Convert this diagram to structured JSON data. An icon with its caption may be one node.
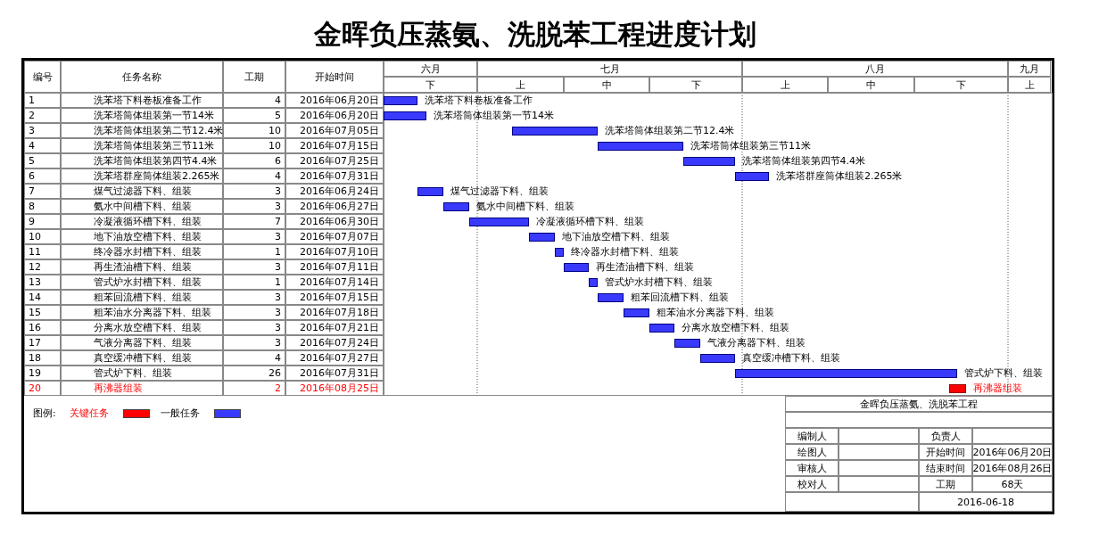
{
  "diagram": {
    "title": "金晖负压蒸氨、洗脱苯工程进度计划",
    "nodes": [
      {
        "text": [],
        "shape": "bar",
        "beside": [
          "洗苯塔下料卷板准备工作"
        ]
      },
      {
        "text": [],
        "shape": "bar",
        "beside": [
          "洗苯塔筒体组装第一节14米"
        ]
      },
      {
        "text": [],
        "shape": "bar",
        "beside": [
          "洗苯塔筒体组装第二节12.4米"
        ]
      },
      {
        "text": [],
        "shape": "bar",
        "beside": [
          "洗苯塔筒体组装第三节11米"
        ]
      },
      {
        "text": [],
        "shape": "bar",
        "beside": [
          "洗苯塔筒体组装第四节4.4米"
        ]
      },
      {
        "text": [],
        "shape": "bar",
        "beside": [
          "洗苯塔群座筒体组装2.265米"
        ]
      },
      {
        "text": [],
        "shape": "bar",
        "beside": [
          "煤气过滤器下料、组装"
        ]
      },
      {
        "text": [],
        "shape": "bar",
        "beside": [
          "氨水中间槽下料、组装"
        ]
      },
      {
        "text": [],
        "shape": "bar",
        "beside": [
          "冷凝液循环槽下料、组装"
        ]
      },
      {
        "text": [],
        "shape": "bar",
        "beside": [
          "地下油放空槽下料、组装"
        ]
      },
      {
        "text": [],
        "shape": "bar",
        "beside": [
          "终冷器水封槽下料、组装"
        ]
      },
      {
        "text": [],
        "shape": "bar",
        "beside": [
          "再生渣油槽下料、组装"
        ]
      },
      {
        "text": [],
        "shape": "bar",
        "beside": [
          "管式炉水封槽下料、组装"
        ]
      },
      {
        "text": [],
        "shape": "bar",
        "beside": [
          "粗苯回流槽下料、组装"
        ]
      },
      {
        "text": [],
        "shape": "bar",
        "beside": [
          "粗苯油水分离器下料、组装"
        ]
      },
      {
        "text": [],
        "shape": "bar",
        "beside": [
          "分离水放空槽下料、组装"
        ]
      },
      {
        "text": [],
        "shape": "bar",
        "beside": [
          "气液分离器下料、组装"
        ]
      },
      {
        "text": [],
        "shape": "bar",
        "beside": [
          "真空缓冲槽下料、组装"
        ]
      },
      {
        "text": [],
        "shape": "bar",
        "beside": [
          "管式炉下料、组装"
        ]
      },
      {
        "text": [],
        "shape": "bar",
        "beside": [
          "再沸器组装"
        ]
      }
    ],
    "labels": [
      "编号",
      "任务名称",
      "工期",
      "开始时间",
      "六月",
      "七月",
      "八月",
      "九月",
      "下",
      "上",
      "中",
      "下",
      "上",
      "中",
      "下",
      "上",
      "1",
      "洗苯塔下料卷板准备工作",
      "4",
      "2016年06月20日",
      "2",
      "洗苯塔筒体组装第一节14米",
      "5",
      "2016年06月20日",
      "3",
      "洗苯塔筒体组装第二节12.4米",
      "10",
      "2016年07月05日",
      "4",
      "洗苯塔筒体组装第三节11米",
      "10",
      "2016年07月15日",
      "5",
      "洗苯塔筒体组装第四节4.4米",
      "6",
      "2016年07月25日",
      "6",
      "洗苯塔群座筒体组装2.265米",
      "4",
      "2016年07月31日",
      "7",
      "煤气过滤器下料、组装",
      "3",
      "2016年06月24日",
      "8",
      "氨水中间槽下料、组装",
      "3",
      "2016年06月27日",
      "9",
      "冷凝液循环槽下料、组装",
      "7",
      "2016年06月30日",
      "10",
      "地下油放空槽下料、组装",
      "3",
      "2016年07月07日",
      "11",
      "终冷器水封槽下料、组装",
      "1",
      "2016年07月10日",
      "12",
      "再生渣油槽下料、组装",
      "3",
      "2016年07月11日",
      "13",
      "管式炉水封槽下料、组装",
      "1",
      "2016年07月14日",
      "14",
      "粗苯回流槽下料、组装",
      "3",
      "2016年07月15日",
      "15",
      "粗苯油水分离器下料、组装",
      "3",
      "2016年07月18日",
      "16",
      "分离水放空槽下料、组装",
      "3",
      "2016年07月21日",
      "17",
      "气液分离器下料、组装",
      "3",
      "2016年07月24日",
      "18",
      "真空缓冲槽下料、组装",
      "4",
      "2016年07月27日",
      "19",
      "管式炉下料、组装",
      "26",
      "2016年07月31日",
      "20",
      "再沸器组装",
      "2",
      "2016年08月25日",
      "图例:",
      "金晖负压蒸氨、洗脱苯工程",
      "编制人",
      "负责人",
      "绘图人",
      "开始时间",
      "2016年06月20日",
      "审核人",
      "结束时间",
      "2016年08月26日",
      "校对人",
      "工期",
      "68天",
      "2016-06-18"
    ],
    "legend": [
      {
        "text": "关键任务",
        "color": "#ff0000"
      },
      {
        "text": "一般任务",
        "color": "#3a3aff"
      }
    ]
  }
}
